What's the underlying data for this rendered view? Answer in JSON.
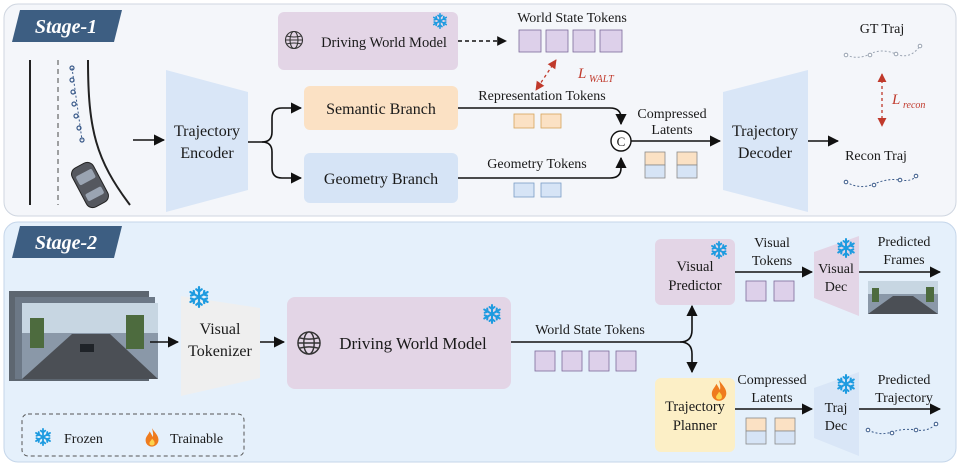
{
  "stage1": {
    "title": "Stage-1",
    "world_model": "Driving World Model",
    "world_state_tokens": "World State Tokens",
    "loss_walt_main": "L",
    "loss_walt_sub": "WALT",
    "trajectory_encoder_l1": "Trajectory",
    "trajectory_encoder_l2": "Encoder",
    "semantic_branch": "Semantic Branch",
    "geometry_branch": "Geometry Branch",
    "representation_tokens": "Representation Tokens",
    "geometry_tokens": "Geometry Tokens",
    "concat_symbol": "C",
    "compressed_latents_l1": "Compressed",
    "compressed_latents_l2": "Latents",
    "trajectory_decoder_l1": "Trajectory",
    "trajectory_decoder_l2": "Decoder",
    "gt_traj": "GT Traj",
    "recon_traj": "Recon Traj",
    "loss_recon_main": "L",
    "loss_recon_sub": "recon"
  },
  "stage2": {
    "title": "Stage-2",
    "visual_tokenizer_l1": "Visual",
    "visual_tokenizer_l2": "Tokenizer",
    "world_model": "Driving World Model",
    "world_state_tokens": "World State Tokens",
    "visual_predictor_l1": "Visual",
    "visual_predictor_l2": "Predictor",
    "visual_tokens_l1": "Visual",
    "visual_tokens_l2": "Tokens",
    "visual_dec_l1": "Visual",
    "visual_dec_l2": "Dec",
    "predicted_frames_l1": "Predicted",
    "predicted_frames_l2": "Frames",
    "trajectory_planner_l1": "Trajectory",
    "trajectory_planner_l2": "Planner",
    "compressed_latents_l1": "Compressed",
    "compressed_latents_l2": "Latents",
    "traj_dec_l1": "Traj",
    "traj_dec_l2": "Dec",
    "predicted_trajectory_l1": "Predicted",
    "predicted_trajectory_l2": "Trajectory"
  },
  "legend": {
    "frozen": "Frozen",
    "trainable": "Trainable"
  },
  "colors": {
    "stage1_bg": "#f4f6fa",
    "stage2_bg": "#e5f0fb",
    "stage_badge": "#3d5e82",
    "world_model_fill": "#e3d5e6",
    "token_purple": "#ddd0ea",
    "semantic_fill": "#fbe1c4",
    "geometry_fill": "#d6e4f6",
    "encoder_fill": "#d9e6f7",
    "planner_fill": "#fcefc6",
    "tokenizer_fill": "#efefef",
    "red_dashed": "#c0392b",
    "snowflake": "#1e9be0",
    "flame": "#e8731a"
  }
}
